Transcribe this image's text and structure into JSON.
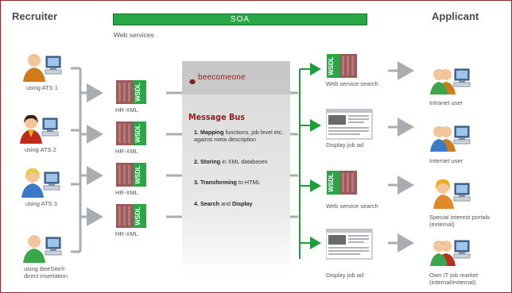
{
  "header": {
    "recruiter": "Recruiter",
    "applicant": "Applicant",
    "soa": "SOA",
    "web_services": "Web services"
  },
  "recruiters": [
    {
      "label": "using ATS  1"
    },
    {
      "label": "using ATS  2"
    },
    {
      "label": "using ATS  3"
    },
    {
      "label": "using BeeSite®\ndirect insertation"
    }
  ],
  "adapters": [
    {
      "label": "HR-XML",
      "tag": "WSDL"
    },
    {
      "label": "HR-XML",
      "tag": "WSDL"
    },
    {
      "label": "HR-XML",
      "tag": "WSDL"
    },
    {
      "label": "HR-XML",
      "tag": "WSDL"
    }
  ],
  "bus": {
    "logo": "beecomeone",
    "title": "Message Bus",
    "items": [
      {
        "num": "1.",
        "bold": "Mapping",
        "rest": " functions, job level etc. against meta description"
      },
      {
        "num": "2.",
        "bold": "Storing",
        "rest": " in XML databases"
      },
      {
        "num": "3.",
        "bold": "Transforming",
        "rest": " to HTML"
      },
      {
        "num": "4.",
        "bold": "Search",
        "mid": " and ",
        "bold2": "Display"
      }
    ]
  },
  "outputs": [
    {
      "label": "Web service search",
      "kind": "wsdl",
      "tag": "WSDL"
    },
    {
      "label": "Display job ad",
      "kind": "doc"
    },
    {
      "label": "Web service search",
      "kind": "wsdl",
      "tag": "WSDL"
    },
    {
      "label": "Display job ad",
      "kind": "doc"
    }
  ],
  "applicants": [
    {
      "label": "Intranet user"
    },
    {
      "label": "Internet user"
    },
    {
      "label": "Special interest portals\n(external)"
    },
    {
      "label": "Own IT job market\n(internal/external)"
    }
  ],
  "colors": {
    "accent_green": "#28a745",
    "arrow_gray": "#a9adb0",
    "bus_red": "#8b1e1e",
    "wsdl_red": "#9a5a5a"
  }
}
